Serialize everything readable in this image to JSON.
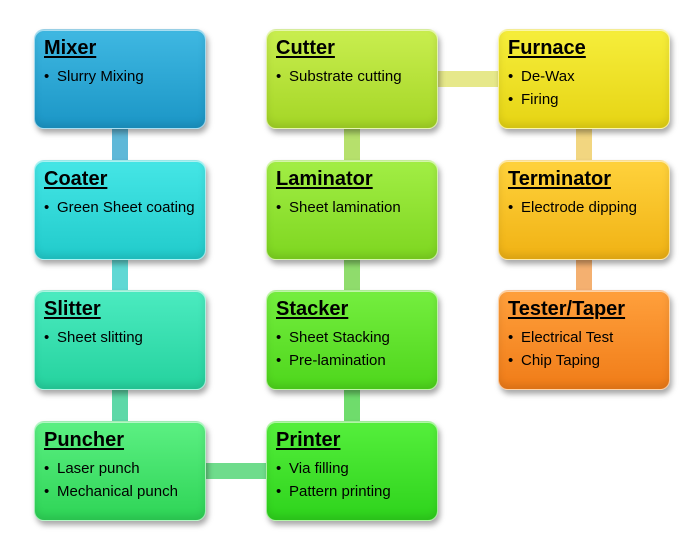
{
  "boxes": [
    {
      "id": "mixer",
      "title": "Mixer",
      "items": [
        "Slurry Mixing"
      ],
      "color_top": "#3fb8e2",
      "color_bottom": "#1b96c6"
    },
    {
      "id": "coater",
      "title": "Coater",
      "items": [
        "Green Sheet coating"
      ],
      "color_top": "#45e6e6",
      "color_bottom": "#21cbcb"
    },
    {
      "id": "slitter",
      "title": "Slitter",
      "items": [
        "Sheet slitting"
      ],
      "color_top": "#4bebc0",
      "color_bottom": "#25d29e"
    },
    {
      "id": "puncher",
      "title": "Puncher",
      "items": [
        "Laser punch",
        "Mechanical punch"
      ],
      "color_top": "#5cf083",
      "color_bottom": "#2ed456"
    },
    {
      "id": "cutter",
      "title": "Cutter",
      "items": [
        "Substrate cutting"
      ],
      "color_top": "#c9ee4f",
      "color_bottom": "#a4d626"
    },
    {
      "id": "laminator",
      "title": "Laminator",
      "items": [
        "Sheet lamination"
      ],
      "color_top": "#a2ee45",
      "color_bottom": "#7ed620"
    },
    {
      "id": "stacker",
      "title": "Stacker",
      "items": [
        "Sheet Stacking",
        "Pre-lamination"
      ],
      "color_top": "#75ee3f",
      "color_bottom": "#4ed61c"
    },
    {
      "id": "printer",
      "title": "Printer",
      "items": [
        "Via filling",
        "Pattern printing"
      ],
      "color_top": "#55ef3c",
      "color_bottom": "#2ed31c"
    },
    {
      "id": "furnace",
      "title": "Furnace",
      "items": [
        "De-Wax",
        "Firing"
      ],
      "color_top": "#f6ee3b",
      "color_bottom": "#e6d414"
    },
    {
      "id": "terminator",
      "title": "Terminator",
      "items": [
        "Electrode dipping"
      ],
      "color_top": "#ffd23c",
      "color_bottom": "#f0b214"
    },
    {
      "id": "tester-taper",
      "title": "Tester/Taper",
      "items": [
        "Electrical Test",
        "Chip Taping"
      ],
      "color_top": "#ffa03c",
      "color_bottom": "#f07c18"
    }
  ],
  "connectors": [
    {
      "from": "mixer",
      "to": "coater",
      "color": "#5fb8d8"
    },
    {
      "from": "coater",
      "to": "slitter",
      "color": "#5fd8d4"
    },
    {
      "from": "slitter",
      "to": "puncher",
      "color": "#5ed8a8"
    },
    {
      "from": "puncher",
      "to": "printer",
      "color": "#6fdc8c"
    },
    {
      "from": "printer",
      "to": "stacker",
      "color": "#6fdc6c"
    },
    {
      "from": "stacker",
      "to": "laminator",
      "color": "#8fdc6c"
    },
    {
      "from": "laminator",
      "to": "cutter",
      "color": "#b6e06c"
    },
    {
      "from": "cutter",
      "to": "furnace",
      "color": "#e6e88a"
    },
    {
      "from": "furnace",
      "to": "terminator",
      "color": "#f2d680"
    },
    {
      "from": "terminator",
      "to": "tester-taper",
      "color": "#f4b070"
    }
  ],
  "bullet_char": "•"
}
